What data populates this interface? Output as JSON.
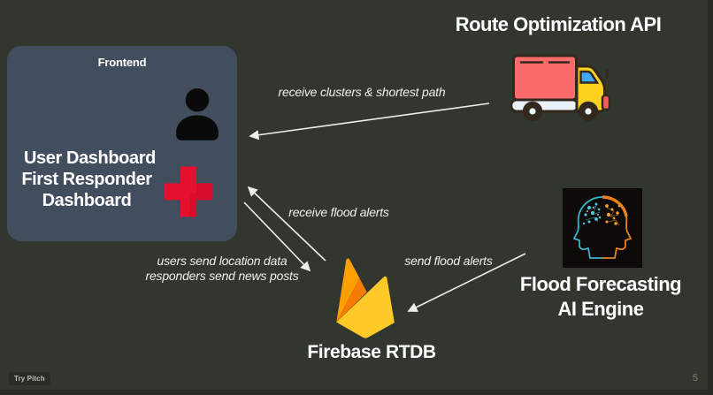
{
  "slide": {
    "background": "#31372e",
    "page_number": "5",
    "watermark": "Try Pitch"
  },
  "frontend_box": {
    "title": "Frontend",
    "items": [
      {
        "label": "User Dashboard",
        "icon": "user-silhouette"
      },
      {
        "label_line1": "First Responder",
        "label_line2": "Dashboard",
        "icon": "medical-red-cross"
      }
    ]
  },
  "nodes": {
    "route_api": {
      "title": "Route Optimization API",
      "icon": "delivery-truck"
    },
    "firebase": {
      "title": "Firebase RTDB",
      "icon": "firebase-flame"
    },
    "ai_engine": {
      "title_line1": "Flood Forecasting",
      "title_line2": "AI Engine",
      "icon": "dual-profile-brain"
    }
  },
  "edge_labels": {
    "route_to_frontend": "receive clusters & shortest path",
    "firebase_to_frontend": "receive flood alerts",
    "frontend_to_firebase_line1": "users send location data",
    "frontend_to_firebase_line2": "responders send news posts",
    "ai_to_firebase": "send flood alerts"
  },
  "colors": {
    "background": "#31372e",
    "frontend_box": "#424d5e",
    "arrow": "#edefe8",
    "cross_red": "#e50f2e",
    "truck_red": "#fc6b6b",
    "truck_yellow": "#ffd21f",
    "truck_window_blue": "#3fa9f8",
    "firebase_yellow": "#FFCA28",
    "firebase_orange": "#FFA000",
    "firebase_deep_orange": "#F57C00",
    "brain_teal": "#39b3c9",
    "brain_orange": "#e8821e"
  }
}
